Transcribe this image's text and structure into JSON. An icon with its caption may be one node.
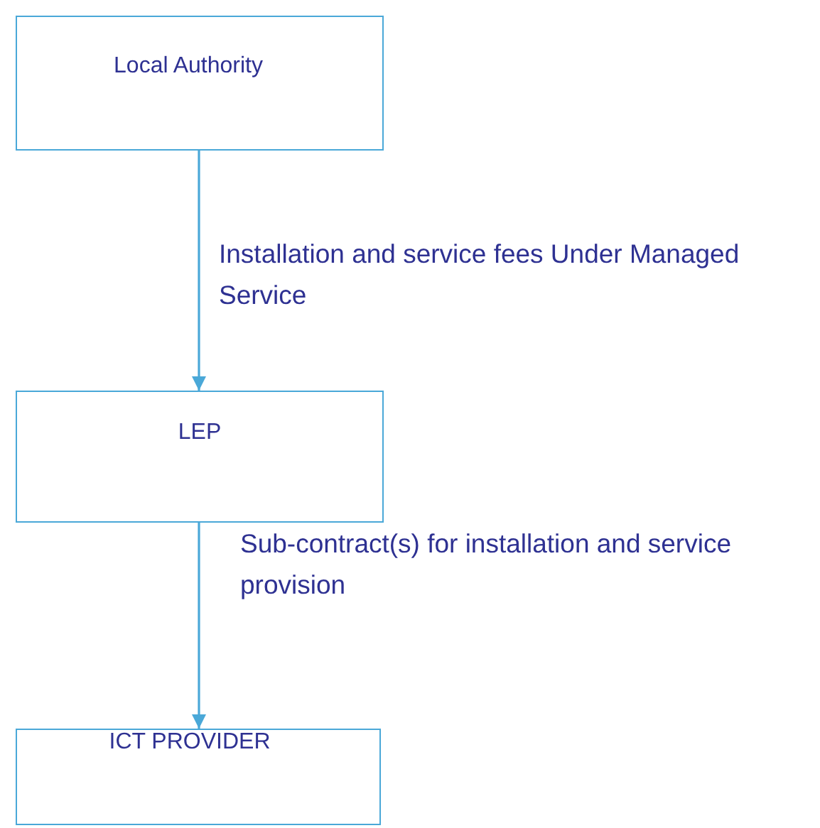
{
  "diagram": {
    "nodes": [
      {
        "text": [
          "Local Authority"
        ]
      },
      {
        "text": [
          "LEP"
        ]
      },
      {
        "text": [
          "ICT PROVIDER"
        ]
      }
    ],
    "edges": [
      {
        "from": 0,
        "to": 1,
        "arrow": "to",
        "label": "Installation and service fees Under Managed Service"
      },
      {
        "from": 1,
        "to": 2,
        "arrow": "to",
        "label": "Sub-contract(s) for installation and service provision"
      }
    ]
  }
}
